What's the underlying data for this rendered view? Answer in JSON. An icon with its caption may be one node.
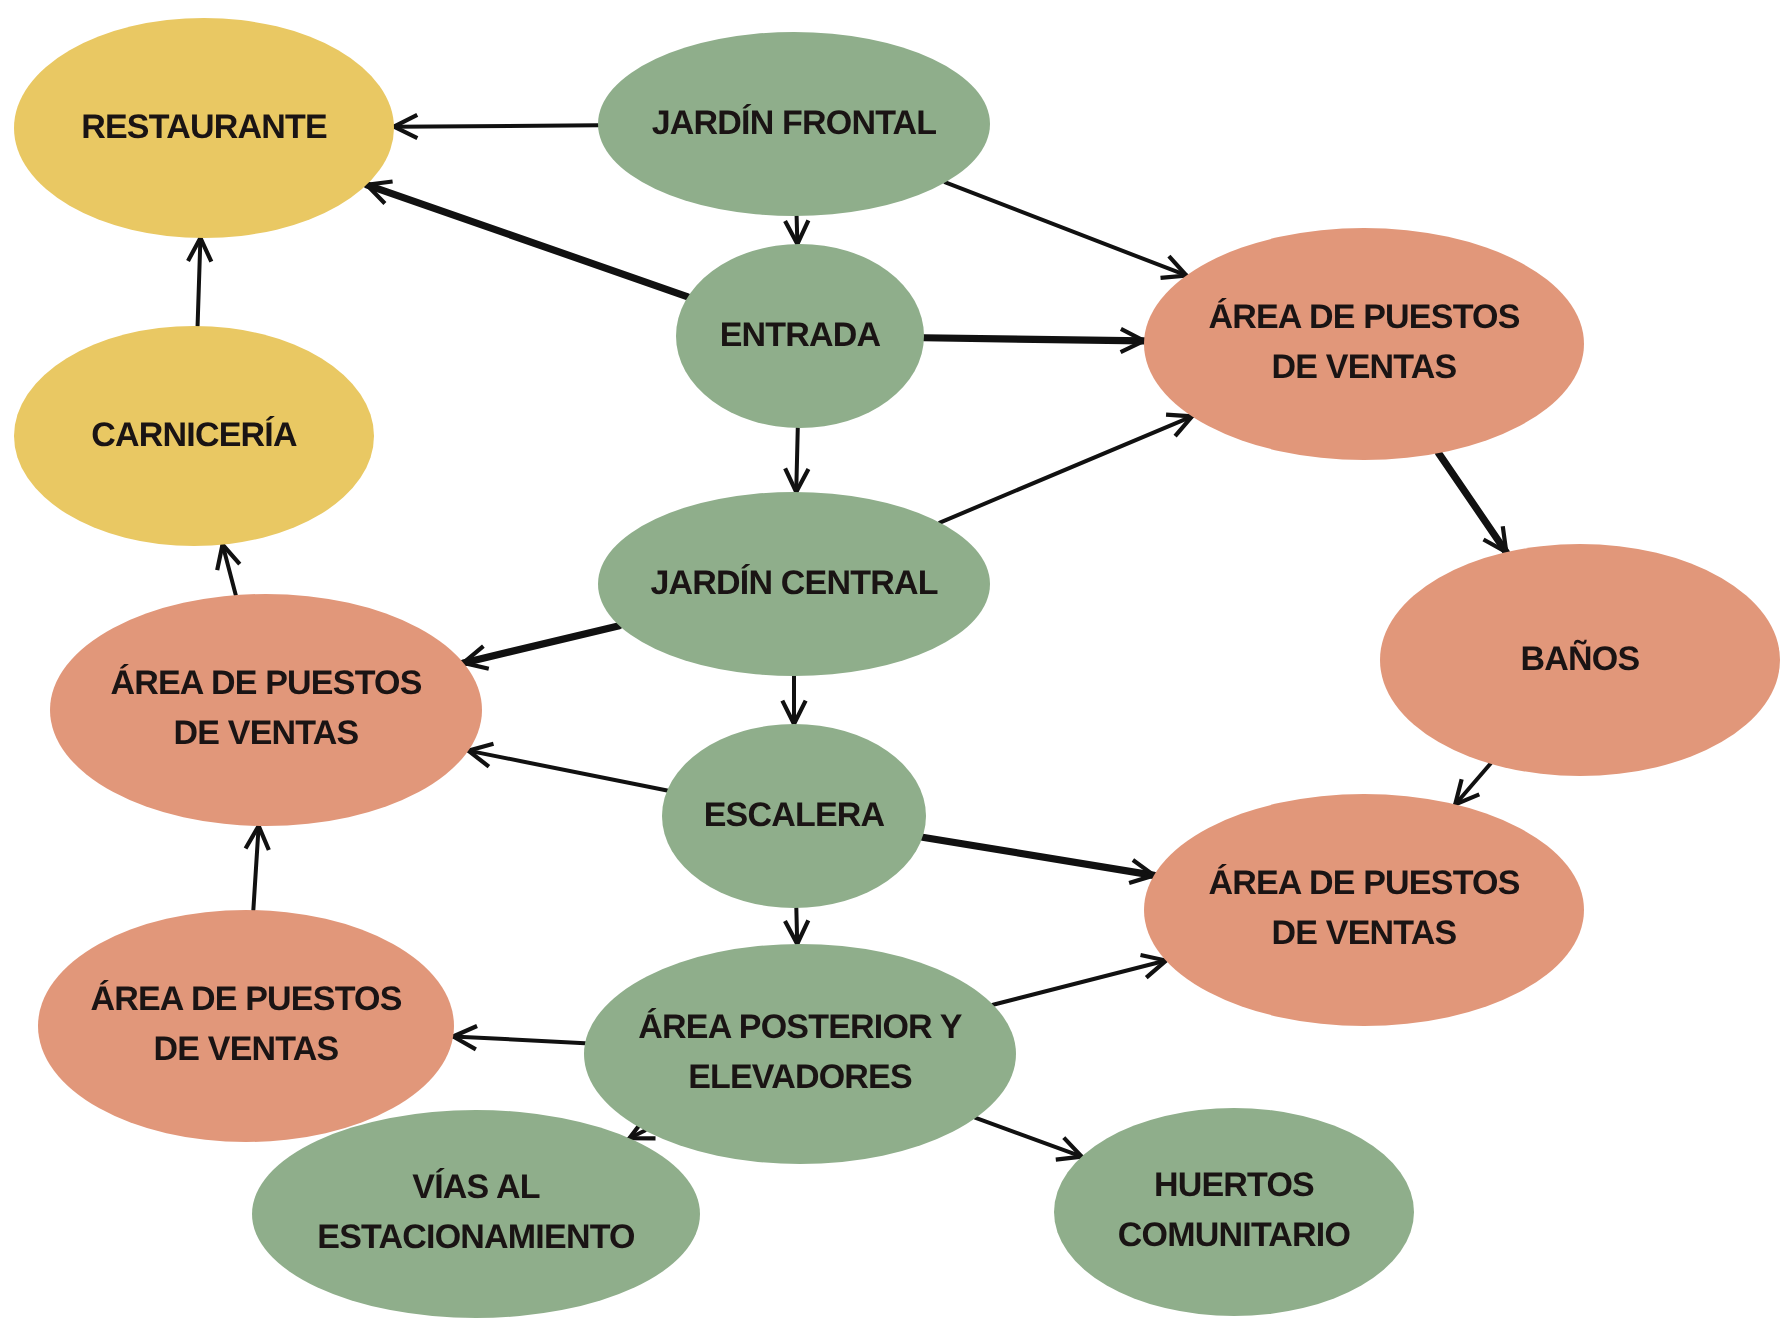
{
  "diagram": {
    "nodes": [
      {
        "text": [
          "RESTAURANTE"
        ]
      },
      {
        "text": [
          "JARDÍN FRONTAL"
        ]
      },
      {
        "text": [
          "ENTRADA"
        ]
      },
      {
        "text": [
          "ÁREA DE PUESTOS DE VENTAS"
        ]
      },
      {
        "text": [
          "CARNICERÍA"
        ]
      },
      {
        "text": [
          "JARDÍN CENTRAL"
        ]
      },
      {
        "text": [
          "BAÑOS"
        ]
      },
      {
        "text": [
          "ÁREA DE PUESTOS DE VENTAS"
        ]
      },
      {
        "text": [
          "ESCALERA"
        ]
      },
      {
        "text": [
          "ÁREA DE PUESTOS DE VENTAS"
        ]
      },
      {
        "text": [
          "ÁREA DE PUESTOS DE VENTAS"
        ]
      },
      {
        "text": [
          "ÁREA POSTERIOR Y ELEVADORES"
        ]
      },
      {
        "text": [
          "VÍAS AL ESTACIONAMIENTO"
        ]
      },
      {
        "text": [
          "HUERTOS COMUNITARIO"
        ]
      }
    ],
    "edges": [
      {
        "from": 1,
        "to": 0,
        "arrow": "to"
      },
      {
        "from": 1,
        "to": 2,
        "arrow": "to"
      },
      {
        "from": 1,
        "to": 3,
        "arrow": "to"
      },
      {
        "from": 2,
        "to": 0,
        "arrow": "to",
        "style": "thick"
      },
      {
        "from": 2,
        "to": 3,
        "arrow": "to",
        "style": "thick"
      },
      {
        "from": 2,
        "to": 5,
        "arrow": "to"
      },
      {
        "from": 5,
        "to": 7,
        "arrow": "to",
        "style": "thick"
      },
      {
        "from": 5,
        "to": 3,
        "arrow": "to"
      },
      {
        "from": 3,
        "to": 6,
        "arrow": "to",
        "style": "thick"
      },
      {
        "from": 4,
        "to": 0,
        "arrow": "to"
      },
      {
        "from": 7,
        "to": 4,
        "arrow": "to"
      },
      {
        "from": 5,
        "to": 8,
        "arrow": "to"
      },
      {
        "from": 8,
        "to": 7,
        "arrow": "to"
      },
      {
        "from": 8,
        "to": 9,
        "arrow": "to",
        "style": "thick"
      },
      {
        "from": 6,
        "to": 9,
        "arrow": "to"
      },
      {
        "from": 8,
        "to": 11,
        "arrow": "to"
      },
      {
        "from": 10,
        "to": 7,
        "arrow": "to"
      },
      {
        "from": 11,
        "to": 10,
        "arrow": "to"
      },
      {
        "from": 11,
        "to": 9,
        "arrow": "to"
      },
      {
        "from": 11,
        "to": 12,
        "arrow": "to"
      },
      {
        "from": 11,
        "to": 13,
        "arrow": "to"
      }
    ]
  }
}
